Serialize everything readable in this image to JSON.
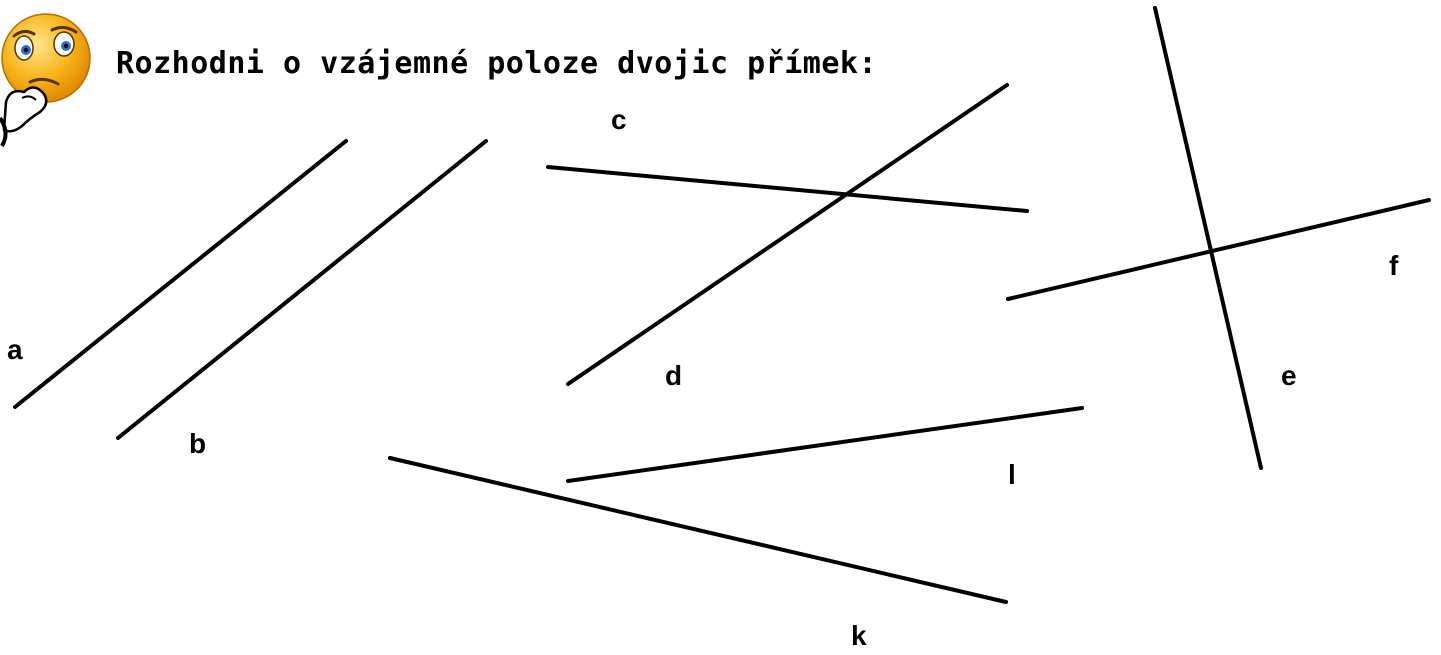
{
  "title": "Rozhodni o vzájemné poloze dvojic přímek:",
  "icon": "thinking-face-icon",
  "colors": {
    "lines": "#000000",
    "text": "#000000",
    "face": "#f7b419",
    "face_highlight": "#fde58a",
    "hand": "#ffffff"
  },
  "lines": [
    {
      "id": "a",
      "label": "a"
    },
    {
      "id": "b",
      "label": "b"
    },
    {
      "id": "c",
      "label": "c"
    },
    {
      "id": "d",
      "label": "d"
    },
    {
      "id": "e",
      "label": "e"
    },
    {
      "id": "f",
      "label": "f"
    },
    {
      "id": "k",
      "label": "k"
    },
    {
      "id": "l",
      "label": "l"
    }
  ]
}
